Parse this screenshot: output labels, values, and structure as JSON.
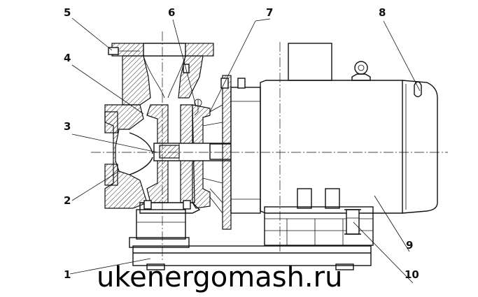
{
  "callouts": [
    {
      "id": "1",
      "label": "1"
    },
    {
      "id": "2",
      "label": "2"
    },
    {
      "id": "3",
      "label": "3"
    },
    {
      "id": "4",
      "label": "4"
    },
    {
      "id": "5",
      "label": "5"
    },
    {
      "id": "6",
      "label": "6"
    },
    {
      "id": "7",
      "label": "7"
    },
    {
      "id": "8",
      "label": "8"
    },
    {
      "id": "9",
      "label": "9"
    },
    {
      "id": "10",
      "label": "10"
    }
  ],
  "watermark": "ukenergomash.ru"
}
